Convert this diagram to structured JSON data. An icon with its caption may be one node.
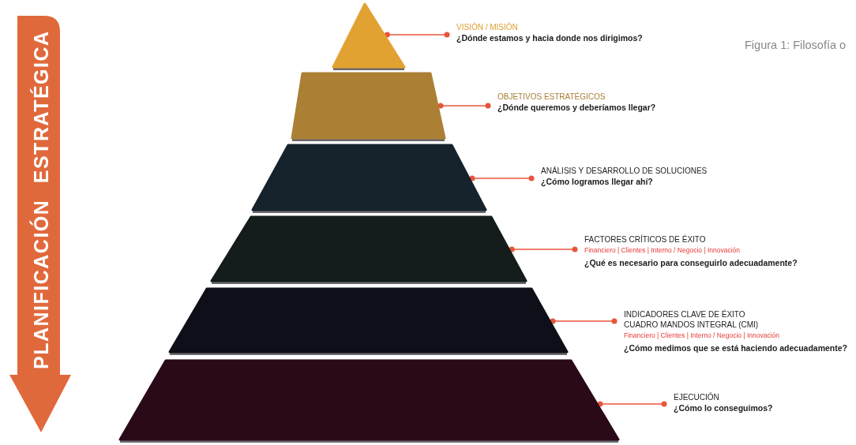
{
  "diagram": {
    "caption": "Figura 1: Filosofía o",
    "nodes": [
      {
        "text": [
          "PLANIFICACIÓN ESTRATÉGICA"
        ]
      },
      {
        "text": [],
        "shape": "triangle"
      },
      {
        "text": [
          "VISIÓN / MISIÓN",
          "¿Dónde estamos y hacia donde nos dirigimos?"
        ]
      },
      {
        "text": [],
        "shape": "trapezoid"
      },
      {
        "text": [
          "OBJETIVOS ESTRATÉGICOS",
          "¿Dónde queremos y deberíamos llegar?"
        ]
      },
      {
        "text": [],
        "shape": "trapezoid"
      },
      {
        "text": [
          "ANÁLISIS Y DESARROLLO DE SOLUCIONES",
          "¿Cómo logramos llegar ahí?"
        ]
      },
      {
        "text": [],
        "shape": "trapezoid"
      },
      {
        "text": [
          "FACTORES CRÍTICOS DE ÉXITO",
          "Financiero | Clientes | Interno / Negocio | Innovación",
          "¿Qué es necesario para conseguirlo adecuadamente?"
        ]
      },
      {
        "text": [],
        "shape": "trapezoid"
      },
      {
        "text": [
          "INDICADORES CLAVE DE ÉXITO",
          "CUADRO MANDOS INTEGRAL (CMI)",
          "Financiero | Clientes | Interno / Negocio | Innovación",
          "¿Cómo medimos que se está haciendo adecuadamente?"
        ]
      },
      {
        "text": [],
        "shape": "trapezoid"
      },
      {
        "text": [
          "EJECUCIÓN",
          "¿Cómo lo conseguimos?"
        ]
      }
    ],
    "edges": [
      {
        "from": 2,
        "to": 1,
        "arrow": "other"
      },
      {
        "from": 4,
        "to": 3,
        "arrow": "other"
      },
      {
        "from": 6,
        "to": 5,
        "arrow": "other"
      },
      {
        "from": 8,
        "to": 7,
        "arrow": "other"
      },
      {
        "from": 10,
        "to": 9,
        "arrow": "other"
      },
      {
        "from": 12,
        "to": 11,
        "arrow": "other"
      }
    ]
  }
}
